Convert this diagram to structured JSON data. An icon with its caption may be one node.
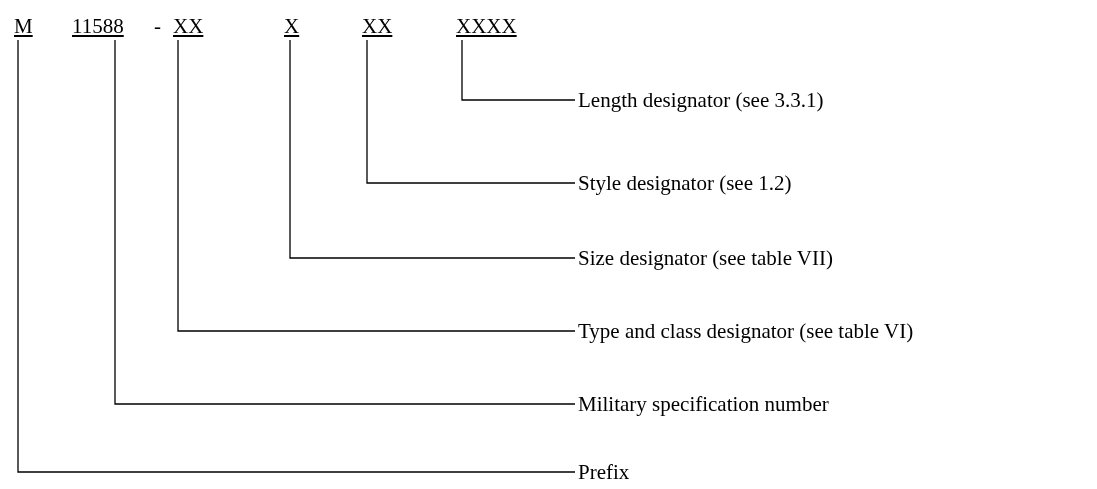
{
  "diagram": {
    "nodes": [
      {
        "text": [
          "M"
        ]
      },
      {
        "text": [
          "11588"
        ]
      },
      {
        "text": [
          "XX"
        ]
      },
      {
        "text": [
          "X"
        ]
      },
      {
        "text": [
          "XX"
        ]
      },
      {
        "text": [
          "XXXX"
        ]
      },
      {
        "text": [
          "Length designator (see 3.3.1)"
        ]
      },
      {
        "text": [
          "Style designator (see 1.2)"
        ]
      },
      {
        "text": [
          "Size designator (see table VII)"
        ]
      },
      {
        "text": [
          "Type and class designator (see table VI)"
        ]
      },
      {
        "text": [
          "Military specification number"
        ]
      },
      {
        "text": [
          "Prefix"
        ]
      }
    ],
    "edges": [
      {
        "from": 5,
        "to": 6,
        "arrow": "none"
      },
      {
        "from": 4,
        "to": 7,
        "arrow": "none"
      },
      {
        "from": 3,
        "to": 8,
        "arrow": "none"
      },
      {
        "from": 2,
        "to": 9,
        "arrow": "none"
      },
      {
        "from": 1,
        "to": 10,
        "arrow": "none"
      },
      {
        "from": 0,
        "to": 11,
        "arrow": "none"
      }
    ],
    "labels": [
      "-"
    ]
  }
}
